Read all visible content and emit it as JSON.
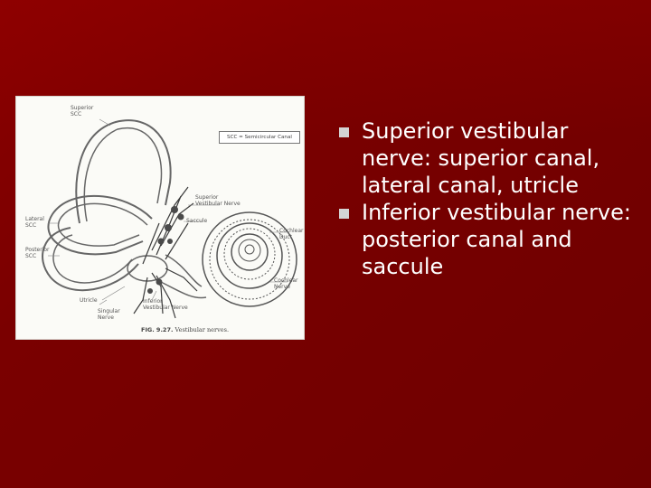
{
  "figure": {
    "labels": {
      "superior_scc": "Superior\nSCC",
      "scc_legend": "SCC = Semicircular Canal",
      "superior_vestibular_nerve": "Superior\nVestibular Nerve",
      "saccule": "Saccule",
      "lateral_scc": "Lateral\nSCC",
      "posterior_scc": "Posterior\nSCC",
      "cochlear_duct": "Cochlear\nDuct",
      "cochlear_nerve": "Cochlear\nNerve",
      "utricle": "Utricle",
      "inferior_vestibular_nerve": "Inferior\nVestibular Nerve",
      "singular_nerve": "Singular\nNerve",
      "caption_number": "FIG. 9.27.",
      "caption_text": "Vestibular nerves."
    }
  },
  "bullets": [
    {
      "text": "Superior vestibular nerve: superior canal, lateral canal, utricle"
    },
    {
      "text": "Inferior vestibular nerve: posterior canal and saccule"
    }
  ],
  "colors": {
    "background": "#7a0000",
    "text": "#ffffff",
    "bullet": "#d3d3d3"
  }
}
